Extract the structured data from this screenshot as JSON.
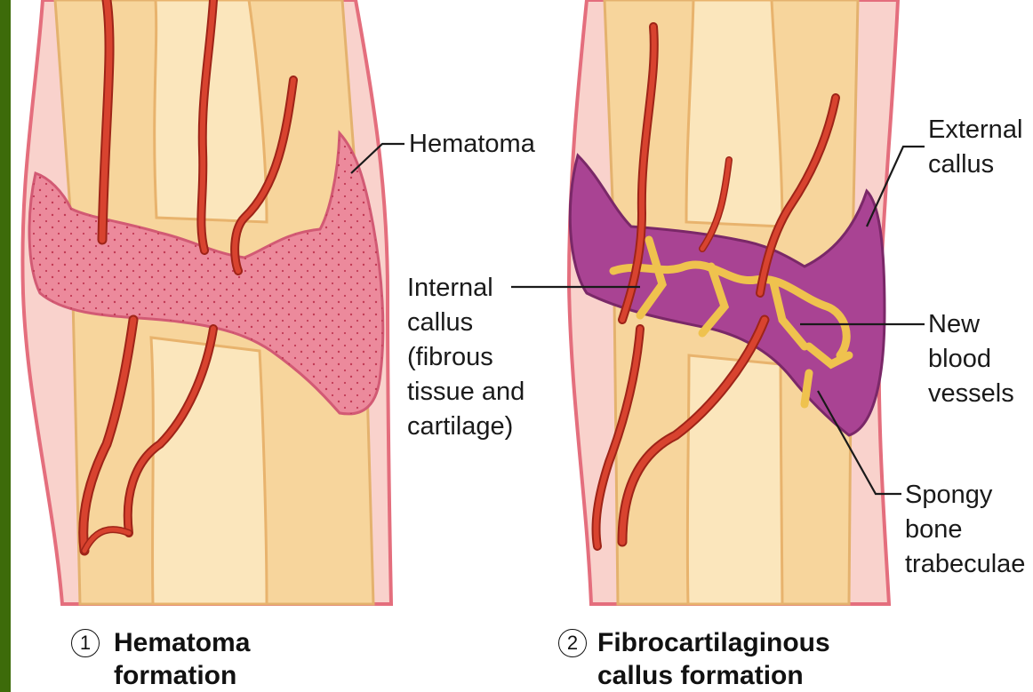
{
  "colors": {
    "side_bar": "#3d6b0a",
    "bone": "#f7d59c",
    "bone_shadow": "#e8b36d",
    "marrow": "#fbe6bc",
    "soft_tissue_pink": "#f7b3b3",
    "hematoma": "#ec8a9c",
    "hematoma_dots": "#c23a55",
    "callus_purple": "#a94393",
    "callus_purple_light": "#c56cb1",
    "vessel_red": "#d8432f",
    "vessel_outline": "#9e2418",
    "trabecula_yellow": "#efc24e"
  },
  "panels": [
    {
      "number": "1",
      "caption": "Hematoma\nformation",
      "labels": [
        {
          "text": "Hematoma"
        }
      ]
    },
    {
      "number": "2",
      "caption": "Fibrocartilaginous\ncallus formation",
      "labels": [
        {
          "text": "External\ncallus"
        },
        {
          "text": "Internal\ncallus\n(fibrous\ntissue and\ncartilage)"
        },
        {
          "text": "New\nblood\nvessels"
        },
        {
          "text": "Spongy\nbone\ntrabeculae"
        }
      ]
    }
  ]
}
